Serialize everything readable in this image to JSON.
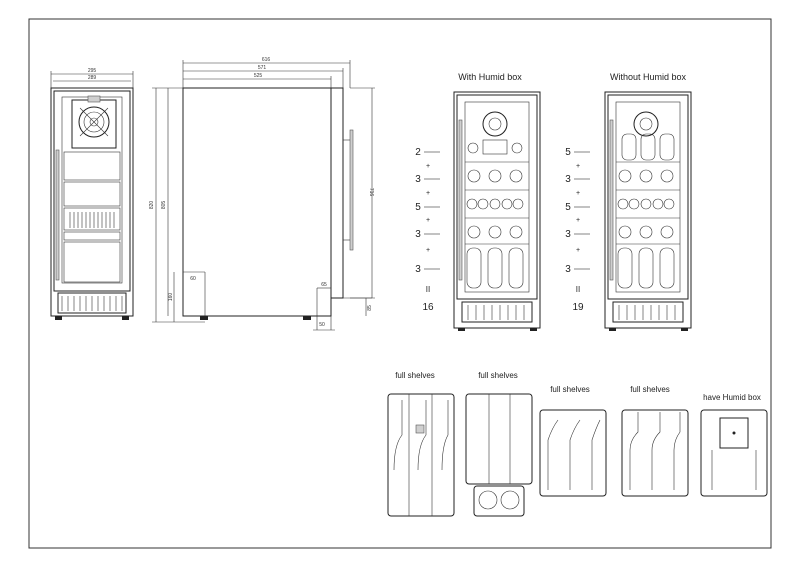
{
  "dimensions": {
    "front_width_outer": "295",
    "front_width_inner": "289",
    "depth_total": "616",
    "depth_body_door": "571",
    "depth_body": "525",
    "height_total": "820",
    "height_body": "805",
    "door_height": "716",
    "side_60": "60",
    "side_160": "160",
    "side_65": "65",
    "side_85": "85",
    "side_50": "50"
  },
  "configs": [
    {
      "title": "With Humid box",
      "counts": [
        "2",
        "3",
        "5",
        "3",
        "3"
      ],
      "plus": [
        "+",
        "+",
        "+",
        "+"
      ],
      "equals": "II",
      "total": "16"
    },
    {
      "title": "Without Humid box",
      "counts": [
        "5",
        "3",
        "5",
        "3",
        "3"
      ],
      "plus": [
        "+",
        "+",
        "+",
        "+"
      ],
      "equals": "II",
      "total": "19"
    }
  ],
  "shelves": [
    {
      "label": "full shelves"
    },
    {
      "label": "full shelves"
    },
    {
      "label": "full shelves"
    },
    {
      "label": "full shelves"
    },
    {
      "label": "have Humid box"
    }
  ]
}
